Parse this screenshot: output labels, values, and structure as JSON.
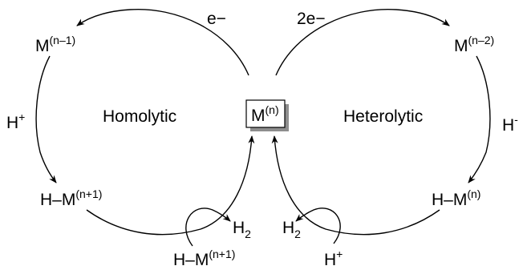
{
  "cycles": {
    "left_title": "Homolytic",
    "right_title": "Heterolytic"
  },
  "center": {
    "base": "M",
    "ox": "(n)"
  },
  "species": {
    "left_top": {
      "base": "M",
      "ox": "(n–1)"
    },
    "left_bottom": {
      "prefix": "H–M",
      "ox": "(n+1)"
    },
    "right_top": {
      "base": "M",
      "ox": "(n–2)"
    },
    "right_bottom": {
      "prefix": "H–M",
      "ox": "(n)"
    },
    "bottom_left_reagent": {
      "prefix": "H–M",
      "ox": "(n+1)"
    },
    "bottom_right_reagent": {
      "base": "H",
      "sup": "+"
    }
  },
  "inputs": {
    "left_top_electrons": "e−",
    "right_top_electrons": "2e−",
    "left_side": {
      "base": "H",
      "sup": "+"
    },
    "right_side": {
      "base": "H",
      "sup": "-"
    }
  },
  "products": {
    "left_h2": {
      "base": "H",
      "sub": "2"
    },
    "right_h2": {
      "base": "H",
      "sub": "2"
    }
  }
}
